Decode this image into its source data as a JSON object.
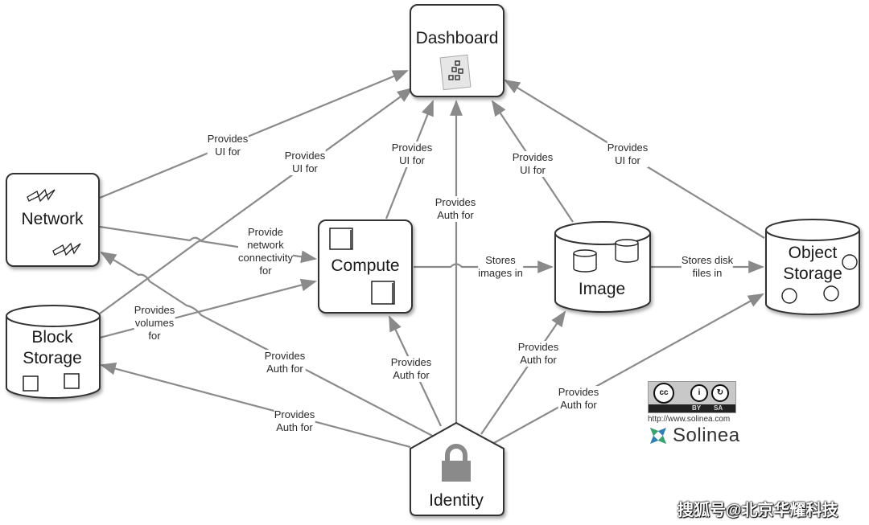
{
  "nodes": {
    "dashboard": {
      "title": "Dashboard",
      "icon": "flowchart-document-icon"
    },
    "network": {
      "title": "Network",
      "icon": "lightning-bolt-icon"
    },
    "compute": {
      "title": "Compute",
      "icon": "server-cube-icon"
    },
    "image": {
      "title": "Image",
      "icon": "database-cylinder-icon"
    },
    "object_storage": {
      "title_line1": "Object",
      "title_line2": "Storage",
      "icon": "disk-circle-icon"
    },
    "block_storage": {
      "title_line1": "Block",
      "title_line2": "Storage",
      "icon": "volume-square-icon"
    },
    "identity": {
      "title": "Identity",
      "icon": "padlock-icon"
    }
  },
  "edges": [
    {
      "from": "network",
      "to": "dashboard",
      "line1": "Provides",
      "line2": "UI for"
    },
    {
      "from": "block_storage",
      "to": "dashboard",
      "line1": "Provides",
      "line2": "UI for"
    },
    {
      "from": "compute",
      "to": "dashboard",
      "line1": "Provides",
      "line2": "UI for"
    },
    {
      "from": "identity",
      "to": "dashboard",
      "line1": "Provides",
      "line2": "Auth for"
    },
    {
      "from": "image",
      "to": "dashboard",
      "line1": "Provides",
      "line2": "UI for"
    },
    {
      "from": "object_storage",
      "to": "dashboard",
      "line1": "Provides",
      "line2": "UI for"
    },
    {
      "from": "network",
      "to": "compute",
      "line1": "Provide",
      "line2": "network",
      "line3": "connectivity",
      "line4": "for"
    },
    {
      "from": "block_storage",
      "to": "compute",
      "line1": "Provides",
      "line2": "volumes",
      "line3": "for"
    },
    {
      "from": "compute",
      "to": "image",
      "line1": "Stores",
      "line2": "images in"
    },
    {
      "from": "image",
      "to": "object_storage",
      "line1": "Stores disk",
      "line2": "files in"
    },
    {
      "from": "identity",
      "to": "network",
      "line1": "Provides",
      "line2": "Auth for"
    },
    {
      "from": "identity",
      "to": "block_storage",
      "line1": "Provides",
      "line2": "Auth for"
    },
    {
      "from": "identity",
      "to": "compute",
      "line1": "Provides",
      "line2": "Auth for"
    },
    {
      "from": "identity",
      "to": "image",
      "line1": "Provides",
      "line2": "Auth for"
    },
    {
      "from": "identity",
      "to": "object_storage",
      "line1": "Provides",
      "line2": "Auth for"
    }
  ],
  "license": {
    "badge_cc": "cc",
    "badge_by": "BY",
    "badge_sa": "SA",
    "url": "http://www.solinea.com",
    "brand": "Solinea"
  },
  "watermark": "搜狐号@北京华耀科技",
  "colors": {
    "line": "#8a8a8a",
    "node_border": "#333333",
    "solinea_green": "#3aa36b",
    "solinea_blue": "#2f7fb5"
  }
}
